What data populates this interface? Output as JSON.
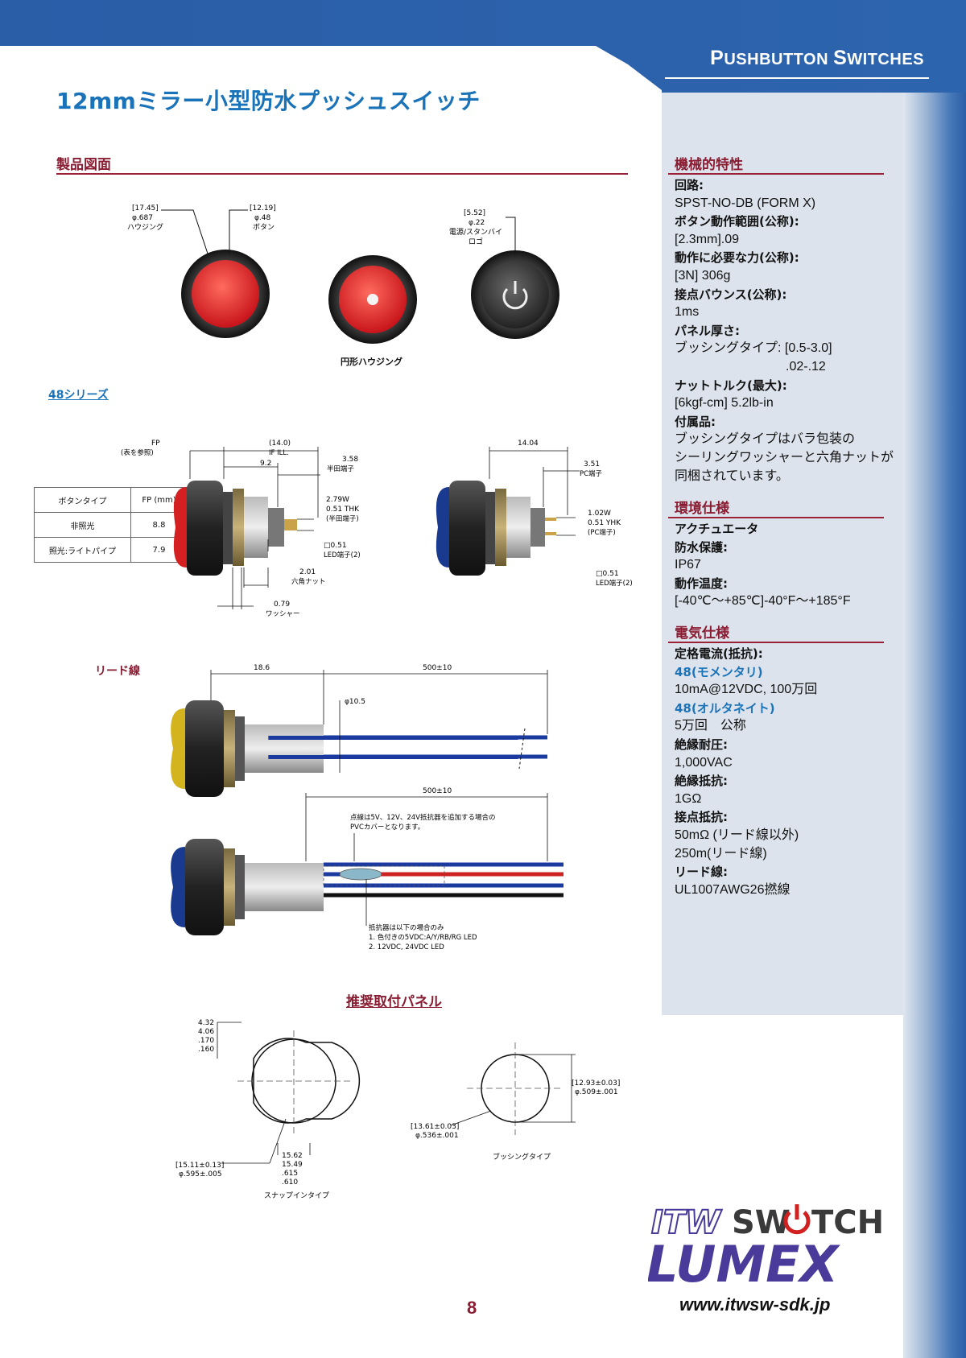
{
  "header": {
    "category_first": "P",
    "category_rest1": "USHBUTTON ",
    "category_second": "S",
    "category_rest2": "WITCHES",
    "brand_color": "#2a5ea7"
  },
  "title": "12mmミラー小型防水プッシュスイッチ",
  "sections": {
    "product_drawing": "製品図面",
    "series": "48シリーズ",
    "lead_wire": "リード線",
    "panel": "推奨取付パネル"
  },
  "drawing": {
    "housing_dim": "[17.45]",
    "housing_val": "φ.687",
    "housing_lbl": "ハウジング",
    "button_dim": "[12.19]",
    "button_val": "φ.48",
    "button_lbl": "ボタン",
    "logo_dim": "[5.52]",
    "logo_val": "φ.22",
    "logo_lbl1": "電源/スタンバイ",
    "logo_lbl2": "ロゴ",
    "round_housing": "円形ハウジング"
  },
  "fp_table": {
    "h1": "ボタンタイプ",
    "h2": "FP (mm)",
    "r1c1": "非照光",
    "r1c2": "8.8",
    "r2c1": "照光:ライトパイプ",
    "r2c2": "7.9"
  },
  "dims": {
    "fp": "FP",
    "fp_note": "(表を参照)",
    "d14": "(14.0)",
    "ifill": "IF ILL.",
    "d92": "9.2",
    "d358": "3.58",
    "solder": "半田端子",
    "d279": "2.79W",
    "d051thk": "0.51 THK",
    "solder2": "(半田端子)",
    "d051": "□0.51",
    "led2": "LED端子(2)",
    "d201": "2.01",
    "hexnut": "六角ナット",
    "d079": "0.79",
    "washer": "ワッシャー",
    "d1404": "14.04",
    "d351": "3.51",
    "pc": "PC端子",
    "d102": "1.02W",
    "d051yhk": "0.51 YHK",
    "pc2": "(PC端子)",
    "d051b": "□0.51",
    "led2b": "LED端子(2)",
    "d186": "18.6",
    "d500a": "500±10",
    "phi105": "φ10.5",
    "d500b": "500±10",
    "note_dashed1": "点線は5V、12V、24V抵抗器を追加する場合の",
    "note_dashed2": "PVCカバーとなります。",
    "note_res1": "抵抗器は以下の場合のみ",
    "note_res2": "1. 色付きの5VDC:A/Y/RB/RG LED",
    "note_res3": "2. 12VDC, 24VDC LED"
  },
  "panel": {
    "s1": "4.32",
    "s2": "4.06",
    "s3": ".170",
    "s4": ".160",
    "w1": "15.62",
    "w2": "15.49",
    "w3": ".615",
    "w4": ".610",
    "dia1": "[15.11±0.13]",
    "dia2": "φ.595±.005",
    "snap": "スナップインタイプ",
    "b1": "[12.93±0.03]",
    "b2": "φ.509±.001",
    "b3": "[13.61±0.03]",
    "b4": "φ.536±.001",
    "bush": "ブッシングタイプ"
  },
  "specs": {
    "mech_title": "機械的特性",
    "circuit_lbl": "回路:",
    "circuit_val": "SPST-NO-DB (FORM X)",
    "travel_lbl": "ボタン動作範囲(公称):",
    "travel_val": "[2.3mm].09",
    "force_lbl": "動作に必要な力(公称):",
    "force_val": "[3N] 306g",
    "bounce_lbl": "接点バウンス(公称):",
    "bounce_val": "1ms",
    "panel_lbl": "パネル厚さ:",
    "panel_val1": "ブッシングタイプ:  [0.5-3.0]",
    "panel_val2": ".02-.12",
    "torque_lbl": "ナットトルク(最大):",
    "torque_val": "[6kgf-cm] 5.2lb-in",
    "acc_lbl": "付属品:",
    "acc_val1": "ブッシングタイプはバラ包装の",
    "acc_val2": "シーリングワッシャーと六角ナットが",
    "acc_val3": "同梱されています。",
    "env_title": "環境仕様",
    "actuator": "アクチュエータ",
    "water_lbl": "防水保護:",
    "water_val": "IP67",
    "temp_lbl": "動作温度:",
    "temp_val": "[-40℃〜+85℃]-40°F〜+185°F",
    "elec_title": "電気仕様",
    "current_lbl": "定格電流(抵抗):",
    "mom_lbl": "48(モメンタリ)",
    "mom_val": "10mA@12VDC, 100万回",
    "alt_lbl": "48(オルタネイト)",
    "alt_val": "5万回　公称",
    "diel_lbl": "絶縁耐圧:",
    "diel_val": "1,000VAC",
    "ins_lbl": "絶縁抵抗:",
    "ins_val": "1GΩ",
    "cont_lbl": "接点抵抗:",
    "cont_val1": "50mΩ (リード線以外)",
    "cont_val2": "250m(リード線)",
    "lead_lbl": "リード線:",
    "lead_val": "UL1007AWG26撚線"
  },
  "logo": {
    "itw": "ITW",
    "switch1": "SW",
    "switch2": "TCH",
    "lumex": "LUMEX"
  },
  "footer": {
    "url": "www.itwsw-sdk.jp",
    "page": "8"
  }
}
